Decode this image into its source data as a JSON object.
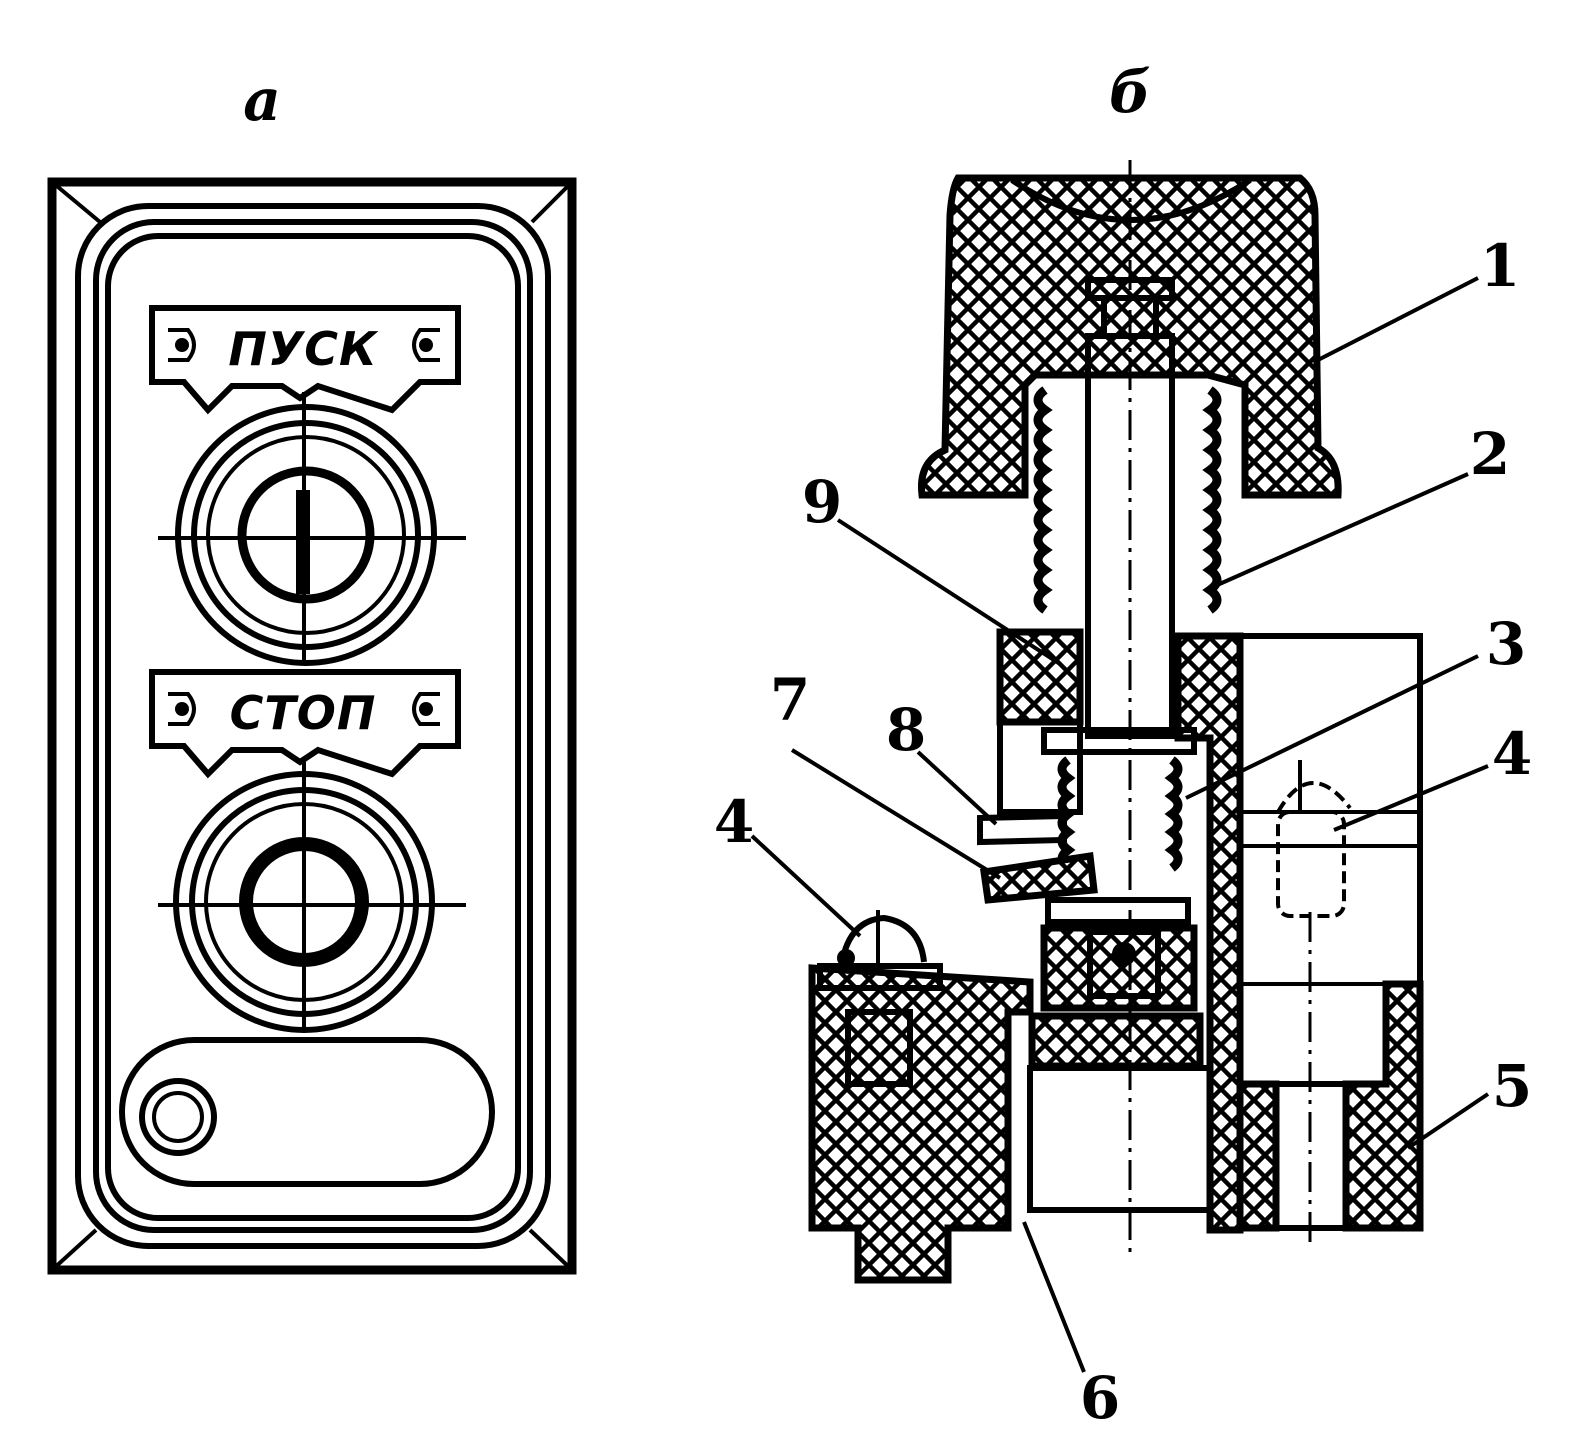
{
  "panels": {
    "a": {
      "letter": "а",
      "buttons": [
        {
          "label": "ПУСК"
        },
        {
          "label": "СТОП"
        }
      ]
    },
    "b": {
      "letter": "б",
      "callouts": [
        "1",
        "2",
        "3",
        "4",
        "5",
        "6",
        "7",
        "8",
        "9",
        "4"
      ]
    }
  }
}
